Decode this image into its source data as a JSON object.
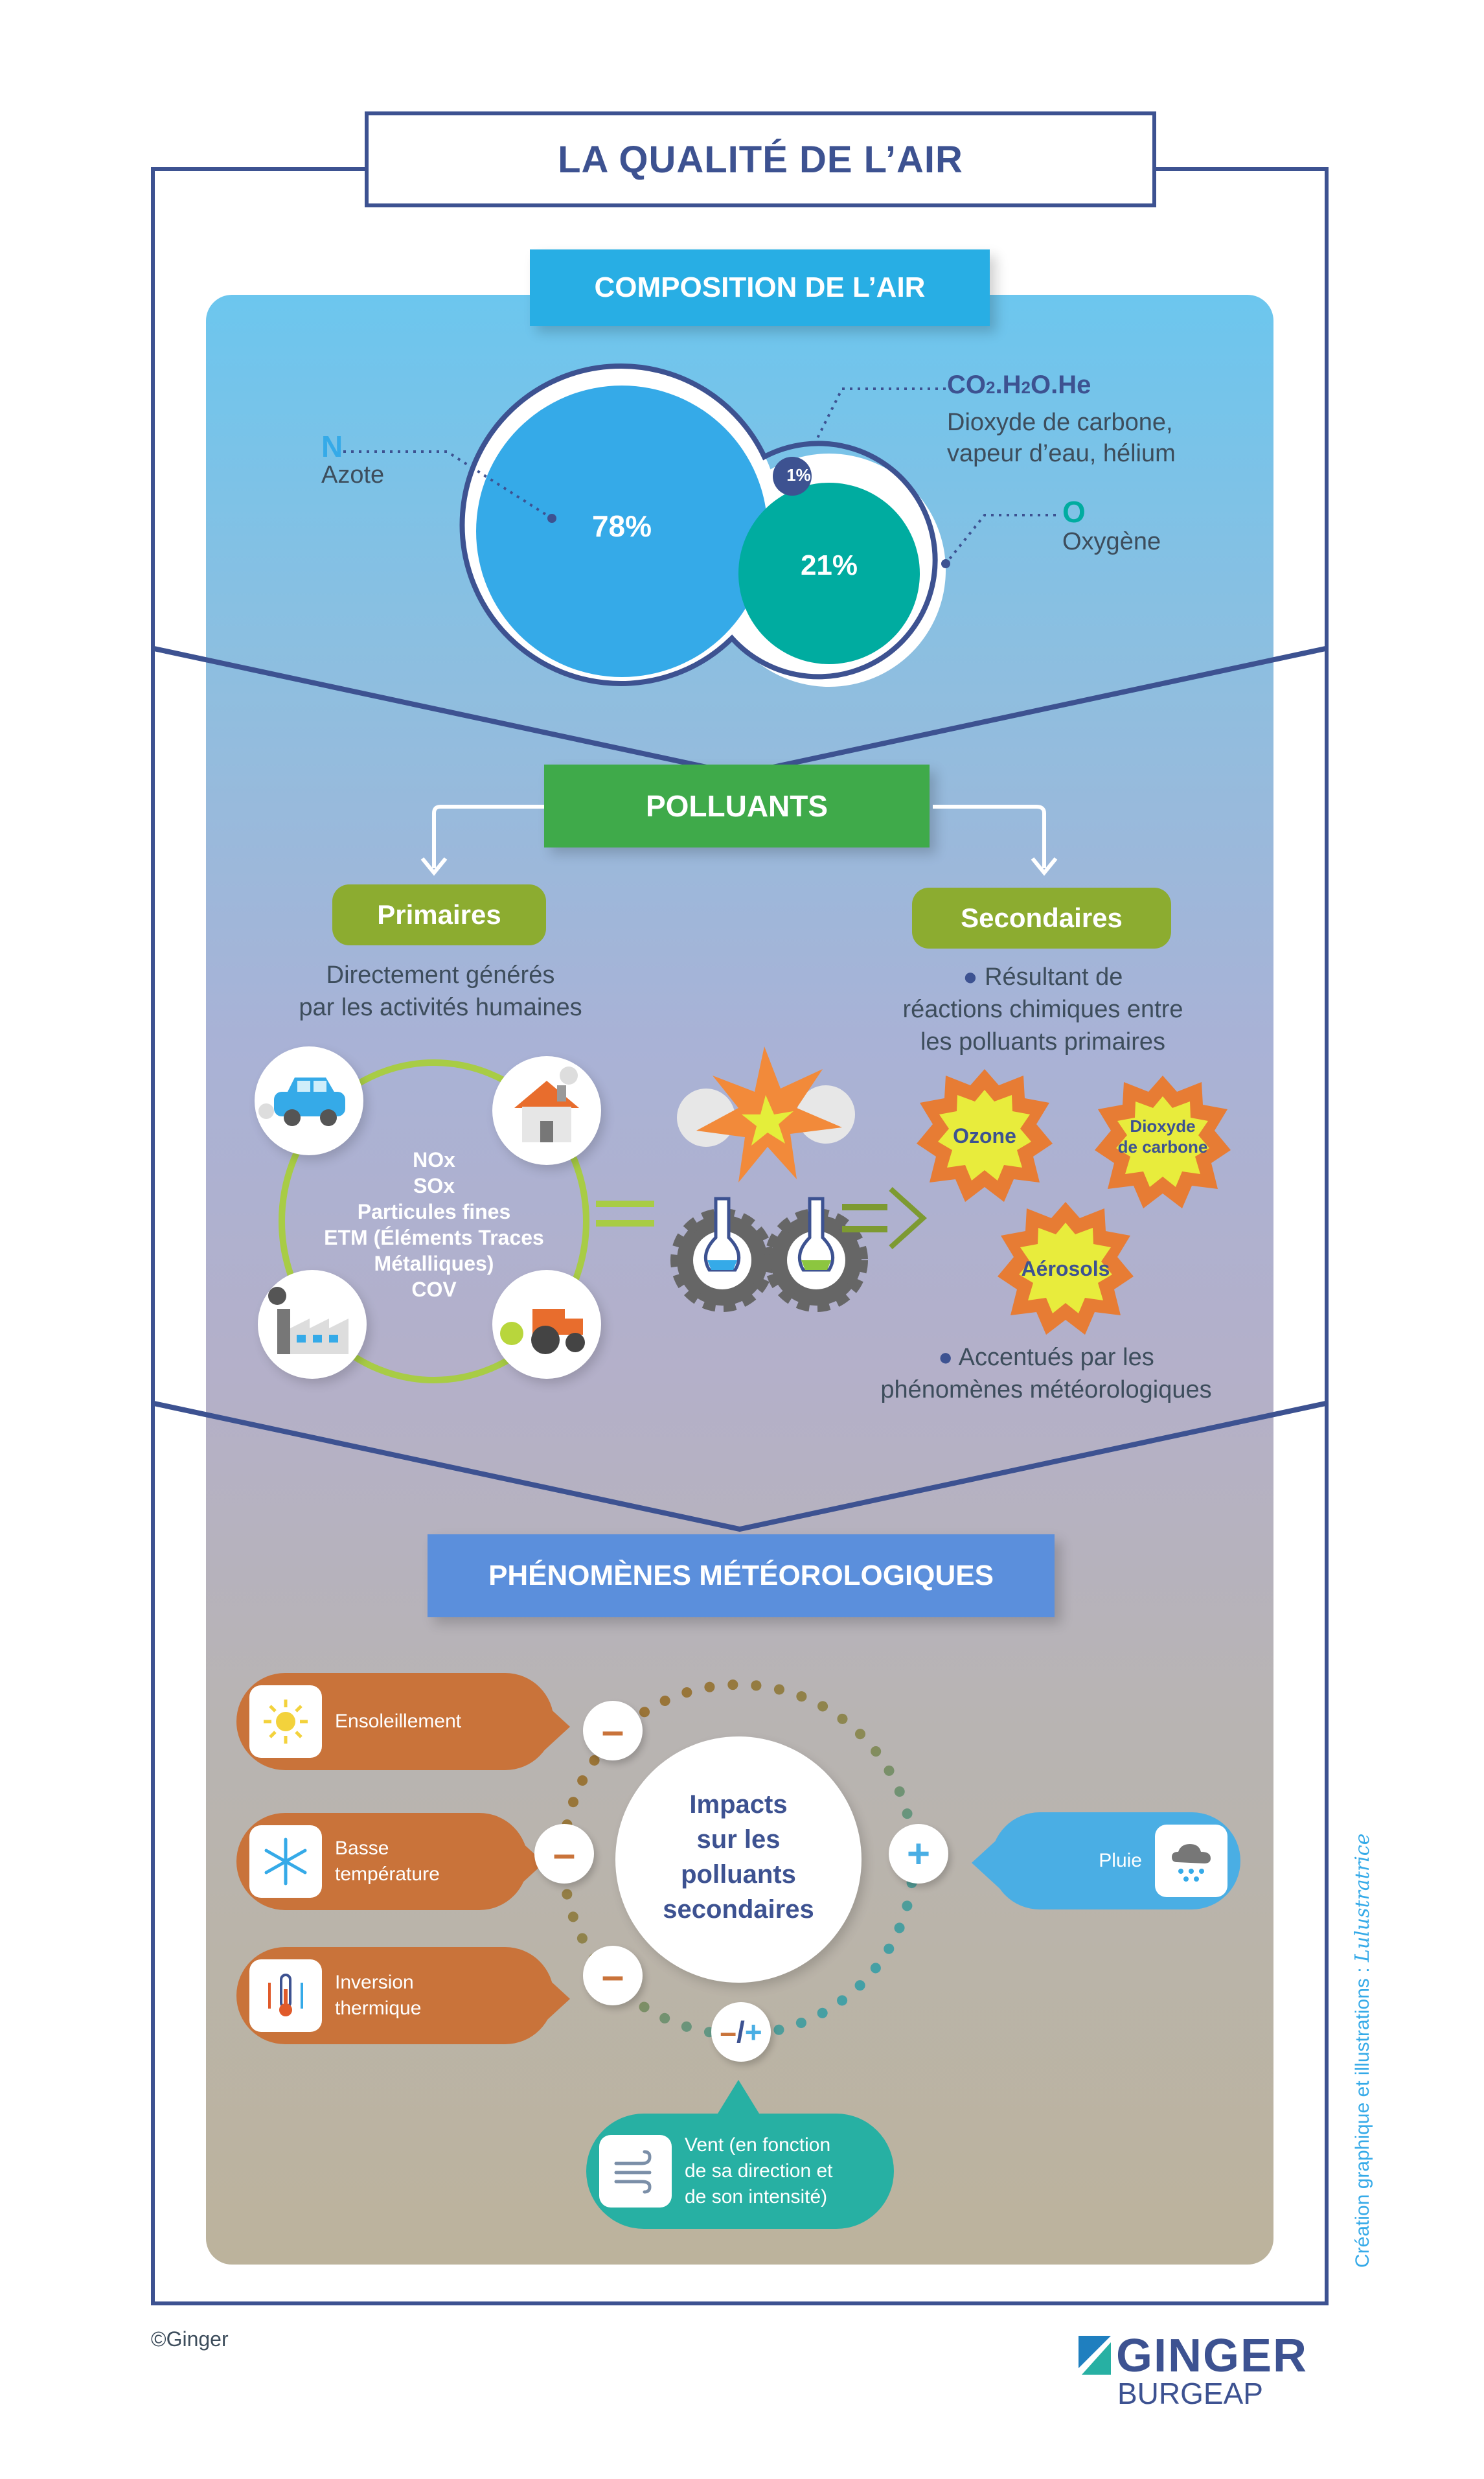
{
  "title": "LA QUALITÉ DE L’AIR",
  "composition": {
    "banner": "COMPOSITION DE L’AIR",
    "nitrogen": {
      "symbol": "N",
      "name": "Azote",
      "percent": "78%"
    },
    "oxygen": {
      "symbol": "O",
      "name": "Oxygène",
      "percent": "21%"
    },
    "other": {
      "formula_parts": [
        "CO",
        "2",
        ".",
        "H",
        "2",
        "O",
        ".",
        "He"
      ],
      "name_line1": "Dioxyde de carbone,",
      "name_line2": "vapeur d’eau, hélium",
      "percent": "1%"
    }
  },
  "pollutants": {
    "banner": "POLLUANTS",
    "primary": {
      "label": "Primaires",
      "desc_line1": "Directement générés",
      "desc_line2": "par les activités humaines",
      "list": [
        "NOx",
        "SOx",
        "Particules fines",
        "ETM (Éléments Traces",
        "Métalliques)",
        "COV"
      ]
    },
    "secondary": {
      "label": "Secondaires",
      "desc_line1": "Résultant de",
      "desc_line2": "réactions chimiques entre",
      "desc_line3": "les polluants primaires",
      "items": [
        "Ozone",
        "Dioxyde de carbone",
        "Aérosols"
      ],
      "dioxyde_line1": "Dioxyde",
      "dioxyde_line2": "de carbone",
      "note_line1": "Accentués par les",
      "note_line2": "phénomènes météorologiques"
    }
  },
  "weather": {
    "banner": "PHÉNOMÈNES MÉTÉOROLOGIQUES",
    "center_line1": "Impacts",
    "center_line2": "sur les",
    "center_line3": "polluants",
    "center_line4": "secondaires",
    "factors": [
      {
        "line1": "Ensoleillement",
        "line2": "",
        "sign": "–",
        "icon": "sun-icon"
      },
      {
        "line1": "Basse",
        "line2": "température",
        "sign": "–",
        "icon": "snowflake-icon"
      },
      {
        "line1": "Inversion",
        "line2": "thermique",
        "sign": "–",
        "icon": "thermometer-icon"
      },
      {
        "line1": "Pluie",
        "line2": "",
        "sign": "+",
        "icon": "rain-cloud-icon"
      }
    ],
    "wind": {
      "line1": "Vent (en fonction",
      "line2": "de sa direction et",
      "line3": "de son intensité)",
      "sign_minus": "–",
      "sign_sep": "/",
      "sign_plus": "+",
      "icon": "wind-icon"
    }
  },
  "footer": {
    "copyright": "©Ginger",
    "credit": "Création graphique et illustrations :",
    "credit_name": "Lulustratrice",
    "logo_main": "GINGER",
    "logo_sub": "BURGEAP"
  },
  "colors": {
    "navy": "#3d5291",
    "cyan_banner": "#28aee4",
    "green_banner": "#3faa4a",
    "blue_banner": "#5b8fdc",
    "olive": "#8cac30",
    "orange": "#c9733a",
    "nitrogen_blue": "#35aae8",
    "oxygen_teal": "#00aca0",
    "rain_blue": "#4aaee4",
    "wind_teal": "#27b0a3"
  }
}
